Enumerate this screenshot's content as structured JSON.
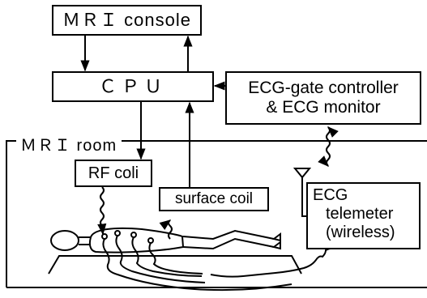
{
  "boxes": {
    "mri_console": "ＭＲＩ console",
    "cpu": "ＣＰＵ",
    "ecg_controller_line1": "ECG-gate controller",
    "ecg_controller_line2": "& ECG monitor",
    "rf_coil": "RF coli",
    "surface_coil": "surface coil",
    "telemeter_line1": "ECG",
    "telemeter_line2": "telemeter",
    "telemeter_line3": "(wireless)"
  },
  "room_label": "ＭＲＩ room"
}
